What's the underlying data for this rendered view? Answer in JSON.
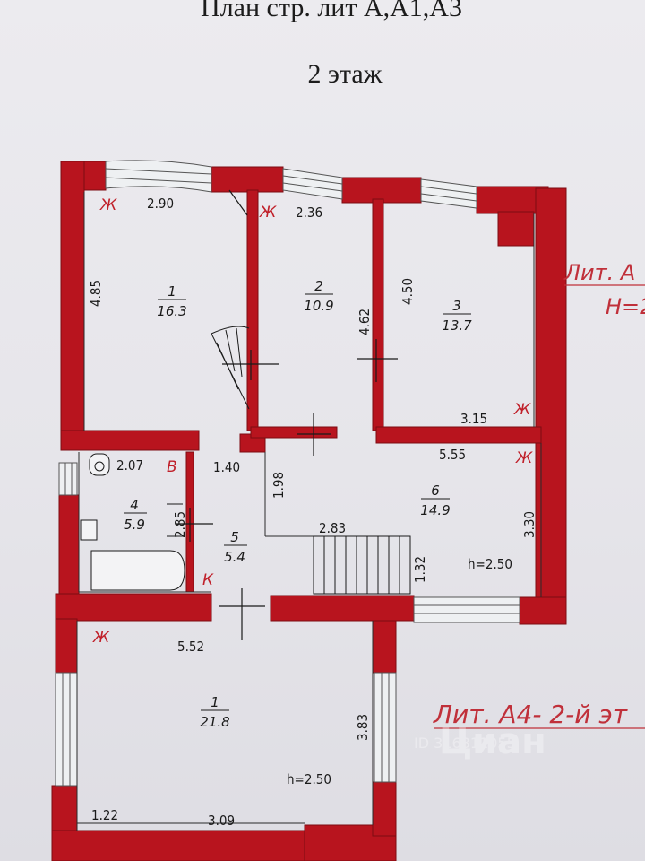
{
  "header": {
    "title": "План стр. лит А,А1,А3",
    "floor": "2 этаж"
  },
  "rooms": {
    "r1": {
      "num": "1",
      "area": "16.3"
    },
    "r2": {
      "num": "2",
      "area": "10.9"
    },
    "r3": {
      "num": "3",
      "area": "13.7"
    },
    "r4": {
      "num": "4",
      "area": "5.9"
    },
    "r5": {
      "num": "5",
      "area": "5.4"
    },
    "r6": {
      "num": "6",
      "area": "14.9"
    },
    "r7": {
      "num": "1",
      "area": "21.8"
    }
  },
  "dimensions": {
    "d290": "2.90",
    "d236": "2.36",
    "d485": "4.85",
    "d462": "4.62",
    "d450": "4.50",
    "d315": "3.15",
    "d555": "5.55",
    "d207": "2.07",
    "d140": "1.40",
    "d198": "1.98",
    "d285": "2.85",
    "d283": "2.83",
    "d132": "1.32",
    "d330": "3.30",
    "d552": "5.52",
    "d383": "3.83",
    "d122": "1.22",
    "d309": "3.09"
  },
  "heights": {
    "h1": "h=2.50",
    "h2": "h=2.50"
  },
  "marks": {
    "zh": "Ж",
    "v": "В",
    "k": "К"
  },
  "side_labels": {
    "lit_a": "Лит. А",
    "h_partial": "Н=2",
    "lit_a4": "Лит. А4- 2-й эт"
  },
  "watermark": {
    "logo": "Циан",
    "id": "ID 316811055"
  },
  "colors": {
    "wall": "#b8141e",
    "window": "#d6dbe0",
    "paper": "#ecebef"
  }
}
